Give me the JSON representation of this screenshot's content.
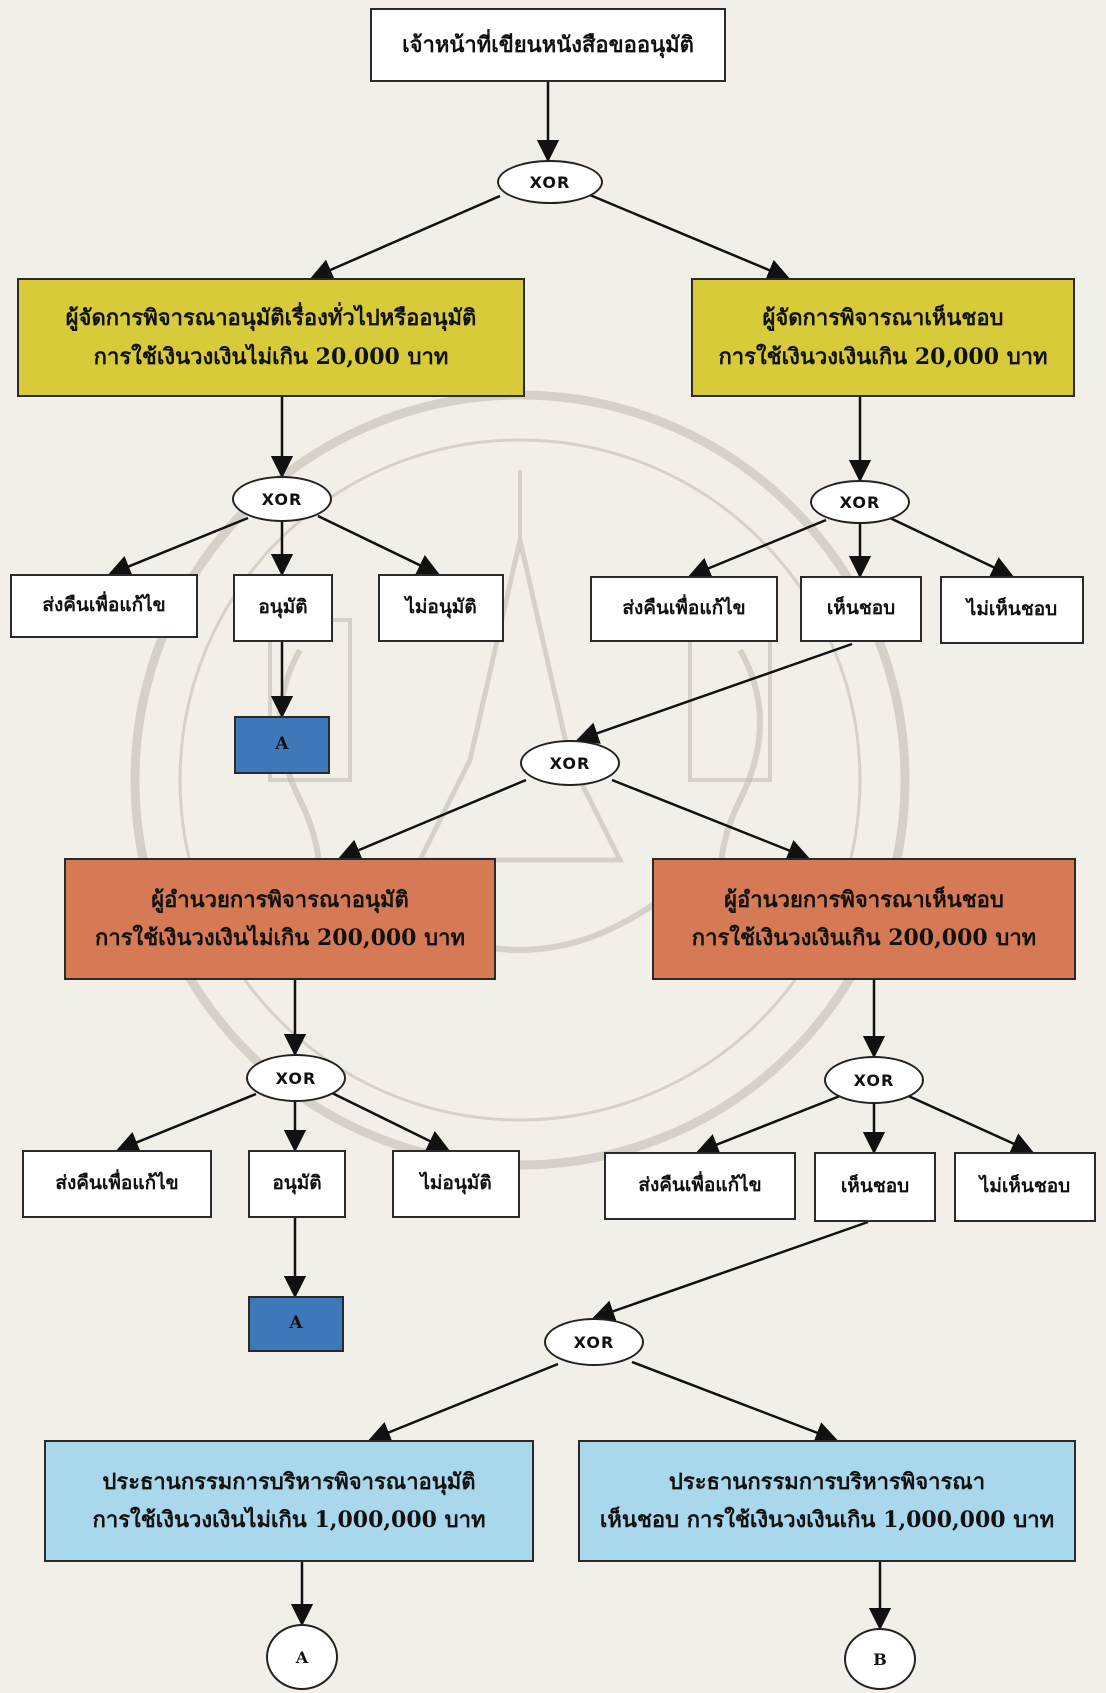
{
  "start": {
    "text": "เจ้าหน้าที่เขียนหนังสือขออนุมัติ"
  },
  "gate_label": "XOR",
  "manager": {
    "approve": {
      "line1": "ผู้จัดการพิจารณาอนุมัติเรื่องทั่วไปหรืออนุมัติ",
      "line2": "การใช้เงินวงเงินไม่เกิน 20,000 บาท"
    },
    "endorse": {
      "line1": "ผู้จัดการพิจารณาเห็นชอบ",
      "line2": "การใช้เงินวงเงินเกิน 20,000 บาท"
    }
  },
  "director": {
    "approve": {
      "line1": "ผู้อำนวยการพิจารณาอนุมัติ",
      "line2": "การใช้เงินวงเงินไม่เกิน 200,000 บาท"
    },
    "endorse": {
      "line1": "ผู้อำนวยการพิจารณาเห็นชอบ",
      "line2": "การใช้เงินวงเงินเกิน 200,000 บาท"
    }
  },
  "chairman": {
    "approve": {
      "line1": "ประธานกรรมการบริหารพิจารณาอนุมัติ",
      "line2": "การใช้เงินวงเงินไม่เกิน 1,000,000 บาท"
    },
    "endorse": {
      "line1": "ประธานกรรมการบริหารพิจารณา",
      "line2": "เห็นชอบ การใช้เงินวงเงินเกิน 1,000,000 บาท"
    }
  },
  "decisions": {
    "return_edit": "ส่งคืนเพื่อแก้ไข",
    "approve": "อนุมัติ",
    "not_approve": "ไม่อนุมัติ",
    "endorse": "เห็นชอบ",
    "not_endorse": "ไม่เห็นชอบ"
  },
  "connectors": {
    "a": "A",
    "b": "B"
  },
  "colors": {
    "manager": "#d8cb3a",
    "director": "#d57a55",
    "chairman": "#a9d7ec",
    "connector_box": "#3e78b9"
  }
}
